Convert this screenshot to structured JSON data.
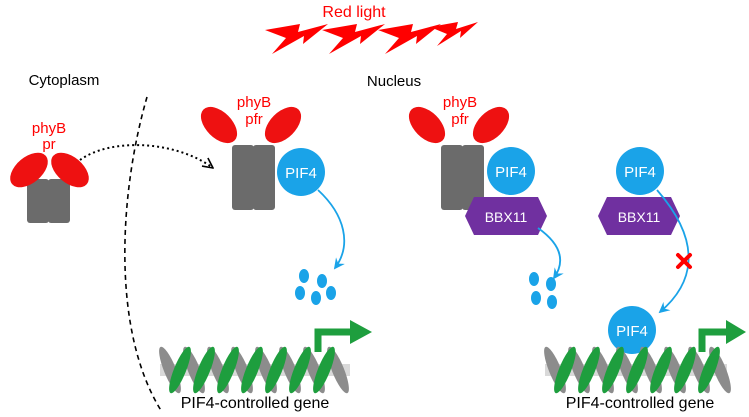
{
  "labels": {
    "red_light": "Red light",
    "cytoplasm": "Cytoplasm",
    "nucleus": "Nucleus",
    "phyb_pr_line1": "phyB",
    "phyb_pr_line2": "pr",
    "phyb_pfr_1_line1": "phyB",
    "phyb_pfr_1_line2": "pfr",
    "phyb_pfr_2_line1": "phyB",
    "phyb_pfr_2_line2": "pfr",
    "pif4_a": "PIF4",
    "pif4_b": "PIF4",
    "pif4_c": "PIF4",
    "pif4_d": "PIF4",
    "bbx11_a": "BBX11",
    "bbx11_b": "BBX11",
    "gene_left": "PIF4-controlled gene",
    "gene_right": "PIF4-controlled gene"
  },
  "colors": {
    "red": "#ff0000",
    "phy_red": "#ee1111",
    "phy_body": "#6b6b6b",
    "pif4_blue": "#1aa3e8",
    "bbx11_purple": "#7030a0",
    "dna_green": "#1e9e3e",
    "dna_gray": "#909090",
    "black": "#000000",
    "white": "#ffffff"
  }
}
